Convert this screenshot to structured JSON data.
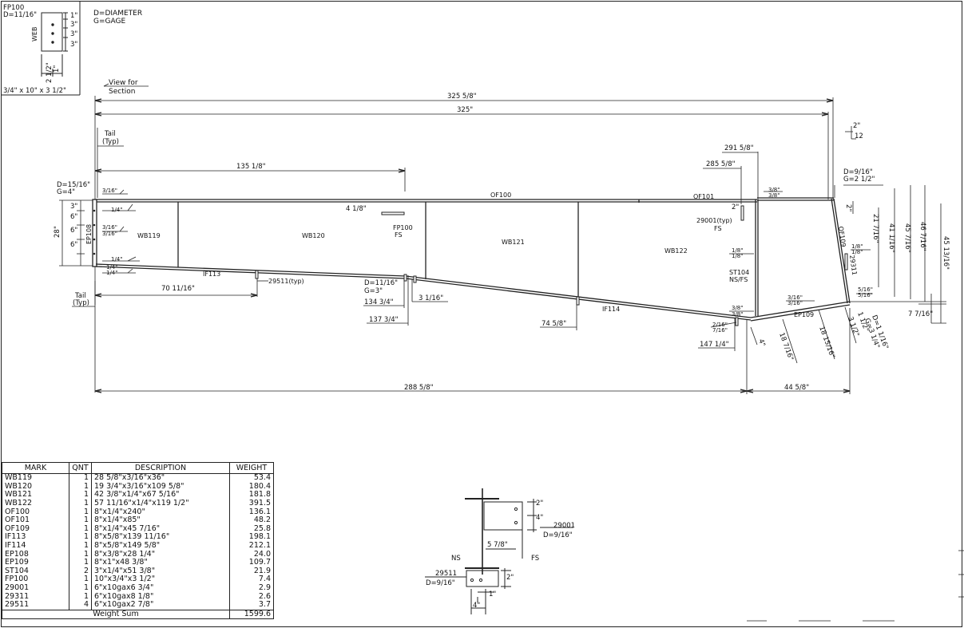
{
  "detail": {
    "mark": "FP100",
    "diameter": "D=11/16\"",
    "web_label": "WEB",
    "spacings": [
      "1\"",
      "3\"",
      "3\"",
      "3\""
    ],
    "width_dims": [
      "1\"",
      "2 1/2\""
    ],
    "size": "3/4\" x 10\" x 3 1/2\""
  },
  "legend": {
    "diameter": "D=DIAMETER",
    "gage": "G=GAGE"
  },
  "view_note": [
    "View for",
    "Section"
  ],
  "dims": {
    "overall_top": "325 5/8\"",
    "overall_inner": "325\"",
    "d135": "135 1/8\"",
    "d291": "291 5/8\"",
    "d285": "285 5/8\"",
    "d2in": "2\"",
    "d4_1_8": "4 1/8\"",
    "d70": "70 11/16\"",
    "d134": "134 3/4\"",
    "d137": "137 3/4\"",
    "d3_1_16": "3 1/16\"",
    "d74": "74 5/8\"",
    "d147": "147 1/4\"",
    "d288": "288 5/8\"",
    "d44": "44 5/8\"",
    "d28": "28\"",
    "left_spacings": [
      "3\"",
      "6\"",
      "6\"",
      "6\""
    ],
    "d21": "21 7/16\"",
    "d41": "41 1/16\"",
    "d45_7": "45 7/16\"",
    "d46": "46 7/16\"",
    "d45_13": "45 13/16\"",
    "d7_7": "7 7/16\"",
    "d18_7": "18 7/16\"",
    "d18_15": "18 15/16\"",
    "d3_1_2": "3 1/2\"",
    "d1_1_2": "1 1/2\"",
    "d4in": "4\"",
    "d2b": "2\"",
    "slope_rise": "2\"",
    "slope_run": "12"
  },
  "hole_notes": {
    "left": [
      "D=15/16\"",
      "G=4\""
    ],
    "mid": [
      "D=11/16\"",
      "G=3\""
    ],
    "right": [
      "D=9/16\"",
      "G=2 1/2\""
    ],
    "right_low": [
      "D=1 1/16\"",
      "G=3 1/4\""
    ]
  },
  "tail_labels": [
    "Tail",
    "(Typ)"
  ],
  "welds": {
    "w3_16": "3/16\"",
    "w1_4": "1/4\"",
    "w1_8": "1/8\"",
    "w3_8": "3/8\"",
    "w5_16": "5/16\"",
    "w7_16": "7/16\"",
    "w2_16": "2/16\""
  },
  "parts": {
    "of100": "OF100",
    "of101": "OF101",
    "of109": "OF109",
    "wb119": "WB119",
    "wb120": "WB120",
    "wb121": "WB121",
    "wb122": "WB122",
    "ep108": "EP108",
    "ep109": "EP109",
    "if113": "IF113",
    "if114": "IF114",
    "fp100": "FP100",
    "fs": "FS",
    "st104": "ST104",
    "ns_fs": "NS/FS",
    "c29001": "29001(typ)",
    "c29511": "29511(typ)",
    "c29311": "29311"
  },
  "section": {
    "d2": "2\"",
    "d4": "4\"",
    "d5_7_8": "5 7/8\"",
    "c29001": "29001",
    "d9_16": "D=9/16\"",
    "fs": "FS",
    "ns": "NS",
    "c29511": "29511",
    "d9_16b": "D=9/16\"",
    "d2b": "2\"",
    "d1": "1\"",
    "d4b": "4\""
  },
  "bom": {
    "headers": [
      "MARK",
      "QNT",
      "DESCRIPTION",
      "WEIGHT"
    ],
    "rows": [
      [
        "WB119",
        "1",
        "28 5/8\"x3/16\"x36\"",
        "53.4"
      ],
      [
        "WB120",
        "1",
        "19 3/4\"x3/16\"x109 5/8\"",
        "180.4"
      ],
      [
        "WB121",
        "1",
        "42 3/8\"x1/4\"x67 5/16\"",
        "181.8"
      ],
      [
        "WB122",
        "1",
        "57 11/16\"x1/4\"x119 1/2\"",
        "391.5"
      ],
      [
        "OF100",
        "1",
        "8\"x1/4\"x240\"",
        "136.1"
      ],
      [
        "OF101",
        "1",
        "8\"x1/4\"x85\"",
        "48.2"
      ],
      [
        "OF109",
        "1",
        "8\"x1/4\"x45 7/16\"",
        "25.8"
      ],
      [
        "IF113",
        "1",
        "8\"x5/8\"x139 11/16\"",
        "198.1"
      ],
      [
        "IF114",
        "1",
        "8\"x5/8\"x149 5/8\"",
        "212.1"
      ],
      [
        "EP108",
        "1",
        "8\"x3/8\"x28 1/4\"",
        "24.0"
      ],
      [
        "EP109",
        "1",
        "8\"x1\"x48 3/8\"",
        "109.7"
      ],
      [
        "ST104",
        "2",
        "3\"x1/4\"x51 3/8\"",
        "21.9"
      ],
      [
        "FP100",
        "1",
        "10\"x3/4\"x3 1/2\"",
        "7.4"
      ],
      [
        "29001",
        "1",
        "6\"x10gax6 3/4\"",
        "2.9"
      ],
      [
        "29311",
        "1",
        "6\"x10gax8 1/8\"",
        "2.6"
      ],
      [
        "29511",
        "4",
        "6\"x10gax2 7/8\"",
        "3.7"
      ]
    ],
    "sum_label": "Weight Sum",
    "sum_value": "1599.6"
  }
}
